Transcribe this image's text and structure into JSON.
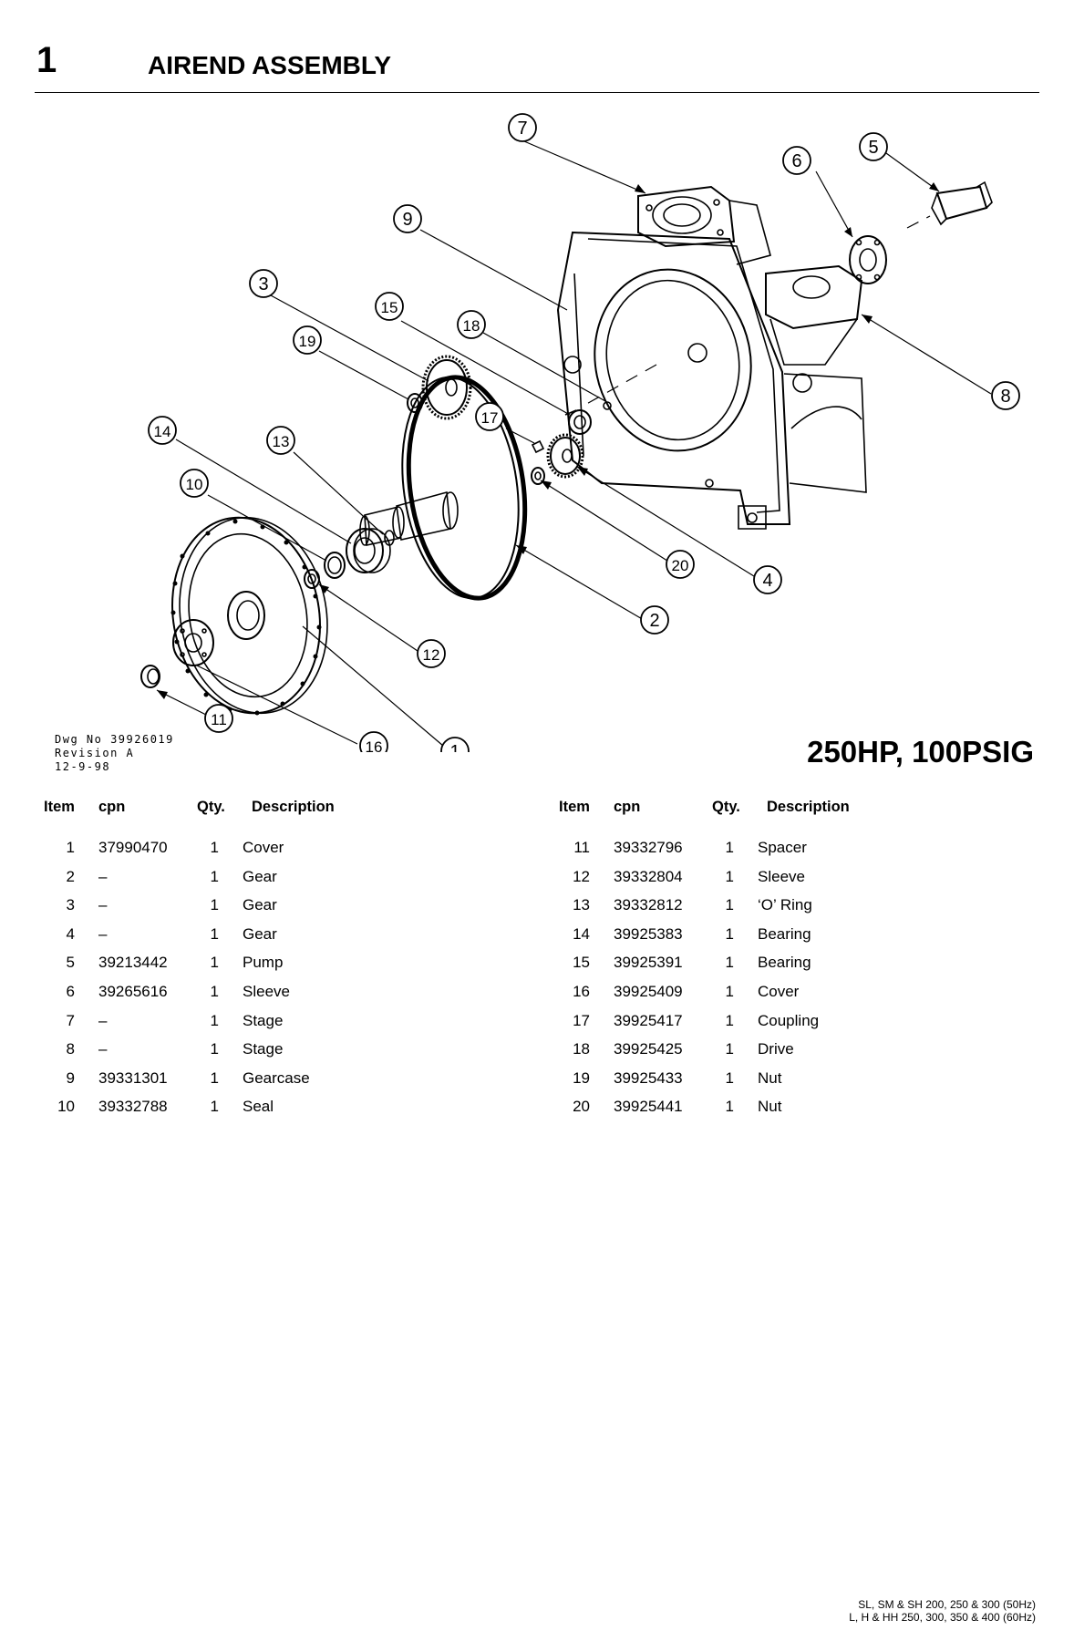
{
  "header": {
    "number": "1",
    "title": "AIREND ASSEMBLY"
  },
  "drawing_info": {
    "dwg_no": "Dwg No 39926019",
    "revision": "Revision A",
    "date": "12-9-98"
  },
  "model_label": "250HP, 100PSIG",
  "table": {
    "headers": {
      "item": "Item",
      "cpn": "cpn",
      "qty": "Qty.",
      "description": "Description"
    },
    "rows": [
      {
        "item": "1",
        "cpn": "37990470",
        "qty": "1",
        "description": "Cover"
      },
      {
        "item": "2",
        "cpn": "–",
        "qty": "1",
        "description": "Gear"
      },
      {
        "item": "3",
        "cpn": "–",
        "qty": "1",
        "description": "Gear"
      },
      {
        "item": "4",
        "cpn": "–",
        "qty": "1",
        "description": "Gear"
      },
      {
        "item": "5",
        "cpn": "39213442",
        "qty": "1",
        "description": "Pump"
      },
      {
        "item": "6",
        "cpn": "39265616",
        "qty": "1",
        "description": "Sleeve"
      },
      {
        "item": "7",
        "cpn": "–",
        "qty": "1",
        "description": "Stage"
      },
      {
        "item": "8",
        "cpn": "–",
        "qty": "1",
        "description": "Stage"
      },
      {
        "item": "9",
        "cpn": "39331301",
        "qty": "1",
        "description": "Gearcase"
      },
      {
        "item": "10",
        "cpn": "39332788",
        "qty": "1",
        "description": "Seal"
      },
      {
        "item": "11",
        "cpn": "39332796",
        "qty": "1",
        "description": "Spacer"
      },
      {
        "item": "12",
        "cpn": "39332804",
        "qty": "1",
        "description": "Sleeve"
      },
      {
        "item": "13",
        "cpn": "39332812",
        "qty": "1",
        "description": "‘O’ Ring"
      },
      {
        "item": "14",
        "cpn": "39925383",
        "qty": "1",
        "description": "Bearing"
      },
      {
        "item": "15",
        "cpn": "39925391",
        "qty": "1",
        "description": "Bearing"
      },
      {
        "item": "16",
        "cpn": "39925409",
        "qty": "1",
        "description": "Cover"
      },
      {
        "item": "17",
        "cpn": "39925417",
        "qty": "1",
        "description": "Coupling"
      },
      {
        "item": "18",
        "cpn": "39925425",
        "qty": "1",
        "description": "Drive"
      },
      {
        "item": "19",
        "cpn": "39925433",
        "qty": "1",
        "description": "Nut"
      },
      {
        "item": "20",
        "cpn": "39925441",
        "qty": "1",
        "description": "Nut"
      }
    ]
  },
  "footer": {
    "line1": "SL, SM & SH 200, 250 & 300 (50Hz)",
    "line2": "L, H & HH 250, 300, 350 & 400 (60Hz)"
  }
}
